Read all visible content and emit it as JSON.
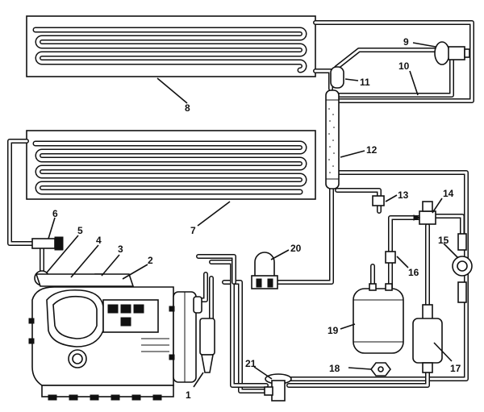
{
  "callouts": [
    {
      "id": "1",
      "text": "1"
    },
    {
      "id": "2",
      "text": "2"
    },
    {
      "id": "3",
      "text": "3"
    },
    {
      "id": "4",
      "text": "4"
    },
    {
      "id": "5",
      "text": "5"
    },
    {
      "id": "6",
      "text": "6"
    },
    {
      "id": "7",
      "text": "7"
    },
    {
      "id": "8",
      "text": "8"
    },
    {
      "id": "9",
      "text": "9"
    },
    {
      "id": "10",
      "text": "10"
    },
    {
      "id": "11",
      "text": "11"
    },
    {
      "id": "12",
      "text": "12"
    },
    {
      "id": "13",
      "text": "13"
    },
    {
      "id": "14",
      "text": "14"
    },
    {
      "id": "15",
      "text": "15"
    },
    {
      "id": "16",
      "text": "16"
    },
    {
      "id": "17",
      "text": "17"
    },
    {
      "id": "18",
      "text": "18"
    },
    {
      "id": "19",
      "text": "19"
    },
    {
      "id": "20",
      "text": "20"
    },
    {
      "id": "21",
      "text": "21"
    }
  ],
  "colors": {
    "line": "#111111",
    "background": "#ffffff"
  }
}
